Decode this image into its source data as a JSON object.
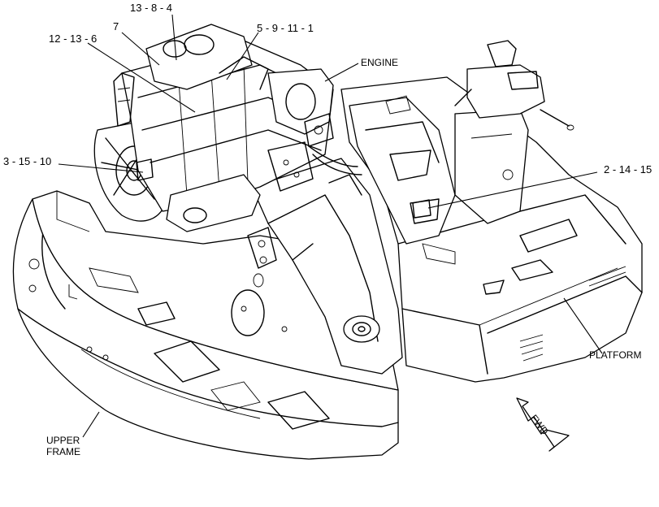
{
  "callouts": {
    "c_13_8_4": "13 - 8 - 4",
    "c_7": "7",
    "c_5_9_11_1": "5 - 9 - 11 - 1",
    "c_12_13_6": "12 - 13 - 6",
    "c_3_15_10": "3 - 15 - 10",
    "c_2_14_15": "2 - 14 - 15"
  },
  "labels": {
    "engine": "ENGINE",
    "platform": "PLATFORM",
    "upper_frame_line1": "UPPER",
    "upper_frame_line2": "FRAME",
    "fwd": "FWD"
  }
}
